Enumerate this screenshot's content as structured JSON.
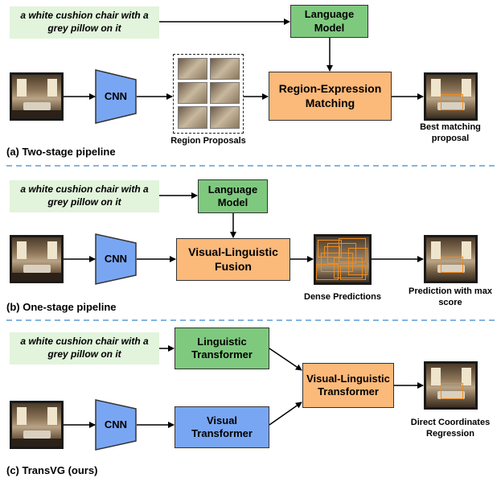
{
  "query_text": "a white cushion chair with a grey pillow on it",
  "colors": {
    "query_bg": "#e2f4dc",
    "language_green": "#7fc97f",
    "fusion_orange": "#fbb97a",
    "cnn_blue": "#79a6f2",
    "prediction_box": "#f08a1c",
    "separator": "#5b9bd5"
  },
  "panel_a": {
    "query": "a white cushion chair with a grey pillow on it",
    "language_model": "Language Model",
    "cnn": "CNN",
    "region_proposals": "Region Proposals",
    "matching": "Region-Expression Matching",
    "output_label": "Best matching proposal",
    "caption": "(a) Two-stage pipeline"
  },
  "panel_b": {
    "query": "a white cushion chair with a grey pillow on it",
    "language_model": "Language Model",
    "cnn": "CNN",
    "fusion": "Visual-Linguistic Fusion",
    "dense_label": "Dense Predictions",
    "output_label": "Prediction with max score",
    "caption": "(b) One-stage pipeline"
  },
  "panel_c": {
    "query": "a white cushion chair with a grey pillow on it",
    "linguistic_transformer": "Linguistic Transformer",
    "cnn": "CNN",
    "visual_transformer": "Visual Transformer",
    "vl_transformer": "Visual-Linguistic Transformer",
    "output_label": "Direct Coordinates Regression",
    "caption": "(c) TransVG (ours)"
  }
}
